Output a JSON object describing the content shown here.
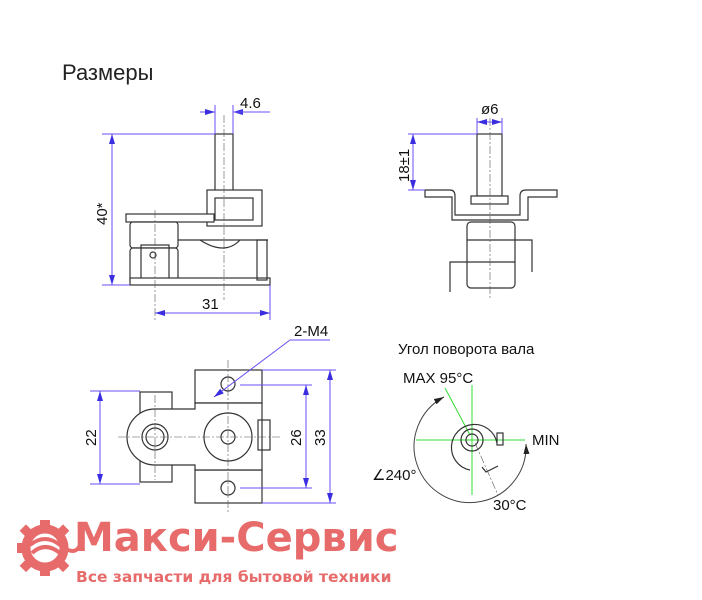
{
  "title": "Размеры",
  "side_view": {
    "dim_shaft_width": "4.6",
    "dim_height": "40*",
    "dim_width": "31"
  },
  "front_view": {
    "dim_diameter": "ø6",
    "dim_shaft_length": "18±1"
  },
  "bottom_view": {
    "dim_holes": "2-M4",
    "dim_left": "22",
    "dim_inner": "26",
    "dim_outer": "33"
  },
  "rotation": {
    "heading": "Угол поворота вала",
    "max_label": "MAX  95°C",
    "min_label": "MIN",
    "angle_label": "∠240°",
    "low_temp_label": "30°C"
  },
  "logo": {
    "name": "Макси-Сервис",
    "tagline": "Все запчасти для бытовой техники",
    "color": "#e76b6b"
  },
  "colors": {
    "dimension": "#6a4cf0",
    "axis": "#33dd33"
  }
}
